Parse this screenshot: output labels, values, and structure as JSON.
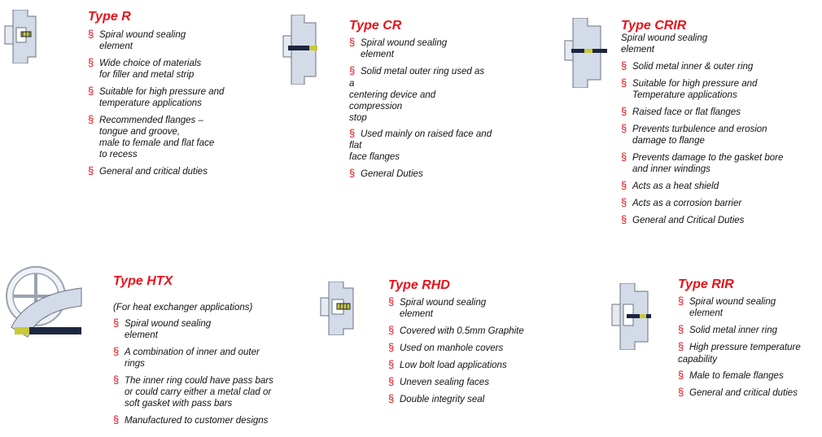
{
  "colors": {
    "title": "#e8121a",
    "bullet": "#e8121a",
    "flange": "#d4dbe8",
    "flange_edge": "#6a7380",
    "winding": "#1d2540",
    "filler": "#c9c93a"
  },
  "bullet_glyph": "§",
  "types": {
    "r": {
      "title": "Type R",
      "items": [
        "Spiral wound sealing\n   element",
        "Wide choice of materials\n   for filler and metal strip",
        "Suitable for high pressure and\ntemperature applications",
        "Recommended flanges –\n   tongue  and groove,\nmale to female and flat face\nto recess",
        "General and critical duties"
      ]
    },
    "cr": {
      "title": "Type CR",
      "items": [
        "Spiral wound sealing\n   element",
        "Solid metal outer ring used      as"
      ],
      "continuation": "a\n   centering device and\ncompression\nstop",
      "items2": [
        "Used mainly on raised face and"
      ],
      "continuation2": "flat\nface flanges",
      "items3": [
        "General Duties"
      ]
    },
    "crir": {
      "title": "Type CRIR",
      "intro": "Spiral wound sealing\n      element",
      "items": [
        "Solid metal inner & outer ring",
        "Suitable for high pressure and\n   Temperature applications",
        "Raised face or flat flanges",
        "Prevents turbulence and erosion\n      damage to flange",
        "Prevents damage to the gasket bore\n   and inner windings",
        "Acts as a heat shield",
        "Acts as a corrosion barrier",
        "General and Critical Duties"
      ]
    },
    "htx": {
      "title": "Type HTX",
      "intro": "(For heat exchanger applications)",
      "items": [
        "Spiral wound sealing\nelement",
        "A combination of inner and outer\nrings",
        "The inner ring could have pass bars\nor could carry either a metal clad or\nsoft gasket with pass bars",
        "Manufactured to customer designs"
      ]
    },
    "rhd": {
      "title": "Type RHD",
      "items": [
        "Spiral wound sealing\nelement",
        "Covered with 0.5mm Graphite",
        "Used on manhole covers",
        "Low bolt load applications",
        "Uneven sealing faces",
        "Double integrity seal"
      ]
    },
    "rir": {
      "title": "Type RIR",
      "items": [
        "Spiral wound sealing\n   element",
        "Solid metal inner ring",
        "High pressure temperature"
      ],
      "continuation": "capability",
      "items2": [
        "Male to female flanges",
        "General and critical duties"
      ]
    }
  }
}
